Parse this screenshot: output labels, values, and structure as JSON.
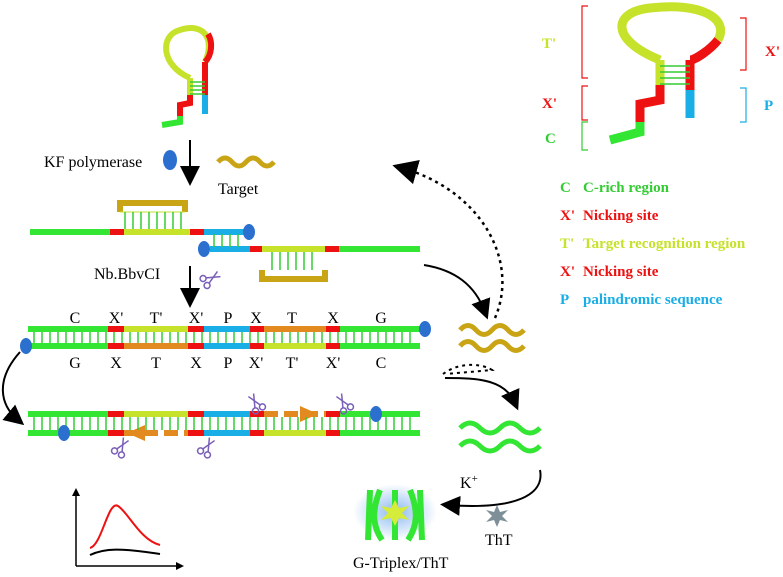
{
  "colors": {
    "green": "#33e633",
    "red": "#ee1111",
    "yellow": "#c6e22a",
    "blue": "#1aaee6",
    "orange": "#e28a1f",
    "gold": "#c9a516",
    "purple": "#7a5fb8",
    "polymerase": "#2b6fcf"
  },
  "labels": {
    "kf_polymerase": "KF polymerase",
    "target": "Target",
    "nb_bbvci": "Nb.BbvCI",
    "k_plus": "K",
    "k_plus_sup": "+",
    "tht": "ThT",
    "g_triplex": "G-Triplex/ThT"
  },
  "duplex_top_labels": [
    "C",
    "X'",
    "T'",
    "X'",
    "P",
    "X",
    "T",
    "X",
    "G"
  ],
  "duplex_bottom_labels": [
    "G",
    "X",
    "T",
    "X",
    "P",
    "X'",
    "T'",
    "X'",
    "C"
  ],
  "hairpin_brackets": {
    "t_prime": "T'",
    "x_prime_right": "X'",
    "x_prime_left": "X'",
    "p": "P",
    "c": "C"
  },
  "legend": [
    {
      "code": "C",
      "text": "C-rich region",
      "color": "#33cc33"
    },
    {
      "code": "X'",
      "text": "Nicking site",
      "color": "#ee1111"
    },
    {
      "code": "T'",
      "text": "Target recognition region",
      "color": "#c6e22a"
    },
    {
      "code": "X'",
      "text": "Nicking site",
      "color": "#ee1111"
    },
    {
      "code": "P",
      "text": "palindromic sequence",
      "color": "#1aaee6"
    }
  ],
  "icons": [
    "polymerase-icon",
    "scissors-icon",
    "tht-icon",
    "g-triplex-icon",
    "fluorescence-plot-icon"
  ]
}
